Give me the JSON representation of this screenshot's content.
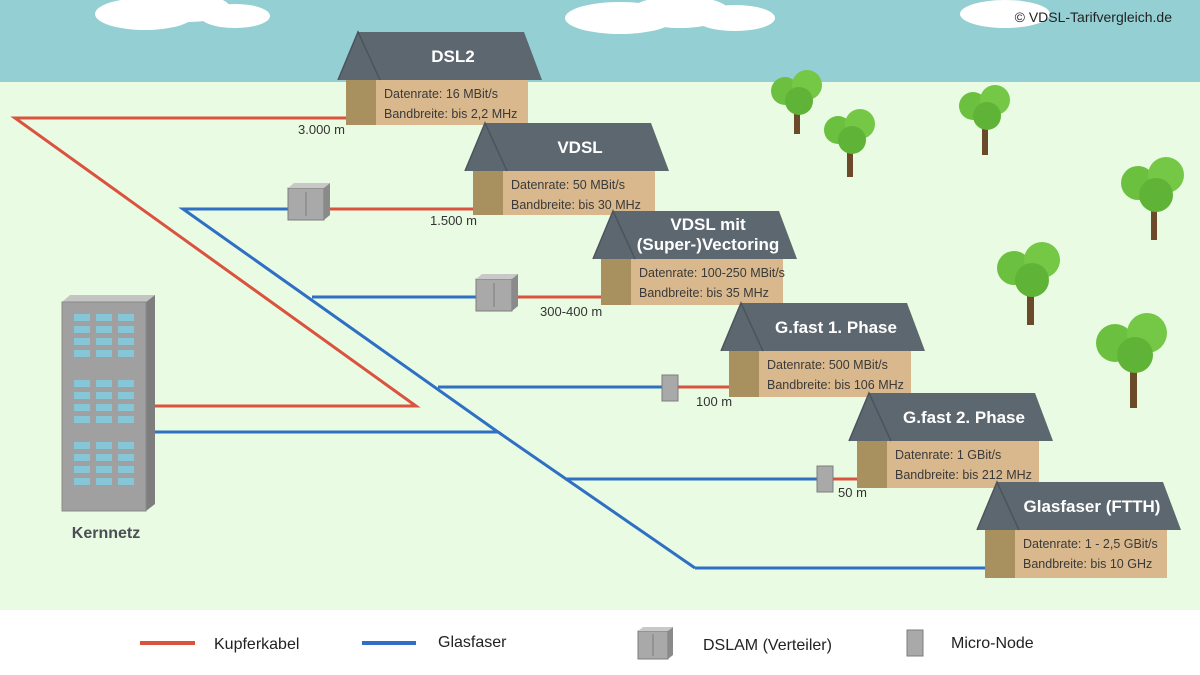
{
  "copyright": "© VDSL-Tarifvergleich.de",
  "core_label": "Kernnetz",
  "houses": [
    {
      "id": "dsl2",
      "title_lines": [
        "DSL2"
      ],
      "rate": "Datenrate: 16 MBit/s",
      "bandwidth": "Bandbreite: bis 2,2 MHz",
      "distance": "3.000 m"
    },
    {
      "id": "vdsl",
      "title_lines": [
        "VDSL"
      ],
      "rate": "Datenrate: 50 MBit/s",
      "bandwidth": "Bandbreite: bis 30 MHz",
      "distance": "1.500 m"
    },
    {
      "id": "vectoring",
      "title_lines": [
        "VDSL mit",
        "(Super-)Vectoring"
      ],
      "rate": "Datenrate: 100-250 MBit/s",
      "bandwidth": "Bandbreite: bis 35 MHz",
      "distance": "300-400 m"
    },
    {
      "id": "gfast1",
      "title_lines": [
        "G.fast 1. Phase"
      ],
      "rate": "Datenrate: 500 MBit/s",
      "bandwidth": "Bandbreite: bis 106 MHz",
      "distance": "100 m"
    },
    {
      "id": "gfast2",
      "title_lines": [
        "G.fast 2. Phase"
      ],
      "rate": "Datenrate: 1 GBit/s",
      "bandwidth": "Bandbreite: bis 212 MHz",
      "distance": "50 m"
    },
    {
      "id": "ftth",
      "title_lines": [
        "Glasfaser (FTTH)"
      ],
      "rate": "Datenrate: 1 - 2,5 GBit/s",
      "bandwidth": "Bandbreite: bis 10 GHz",
      "distance": ""
    }
  ],
  "legend": {
    "copper": "Kupferkabel",
    "fiber": "Glasfaser",
    "dslam": "DSLAM (Verteiler)",
    "micronode": "Micro-Node"
  },
  "colors": {
    "copper": "#d9533f",
    "fiber": "#2f6fc4",
    "sky": "#94cfd3",
    "grass": "#eafbe3",
    "roof": "#5d6770",
    "wall": "#d8b88c",
    "wall_side": "#a8905f",
    "tree": "#6cc040"
  }
}
